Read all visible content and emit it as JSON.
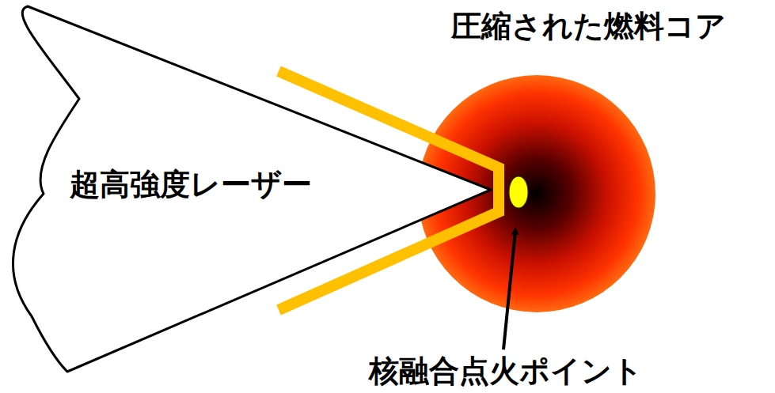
{
  "diagram": {
    "nodes": [
      {
        "text": [
          "超高強度レーザー"
        ]
      },
      {
        "text": [
          "圧縮された燃料コア"
        ]
      }
    ],
    "labels": [
      "核融合点火ポイント"
    ]
  }
}
